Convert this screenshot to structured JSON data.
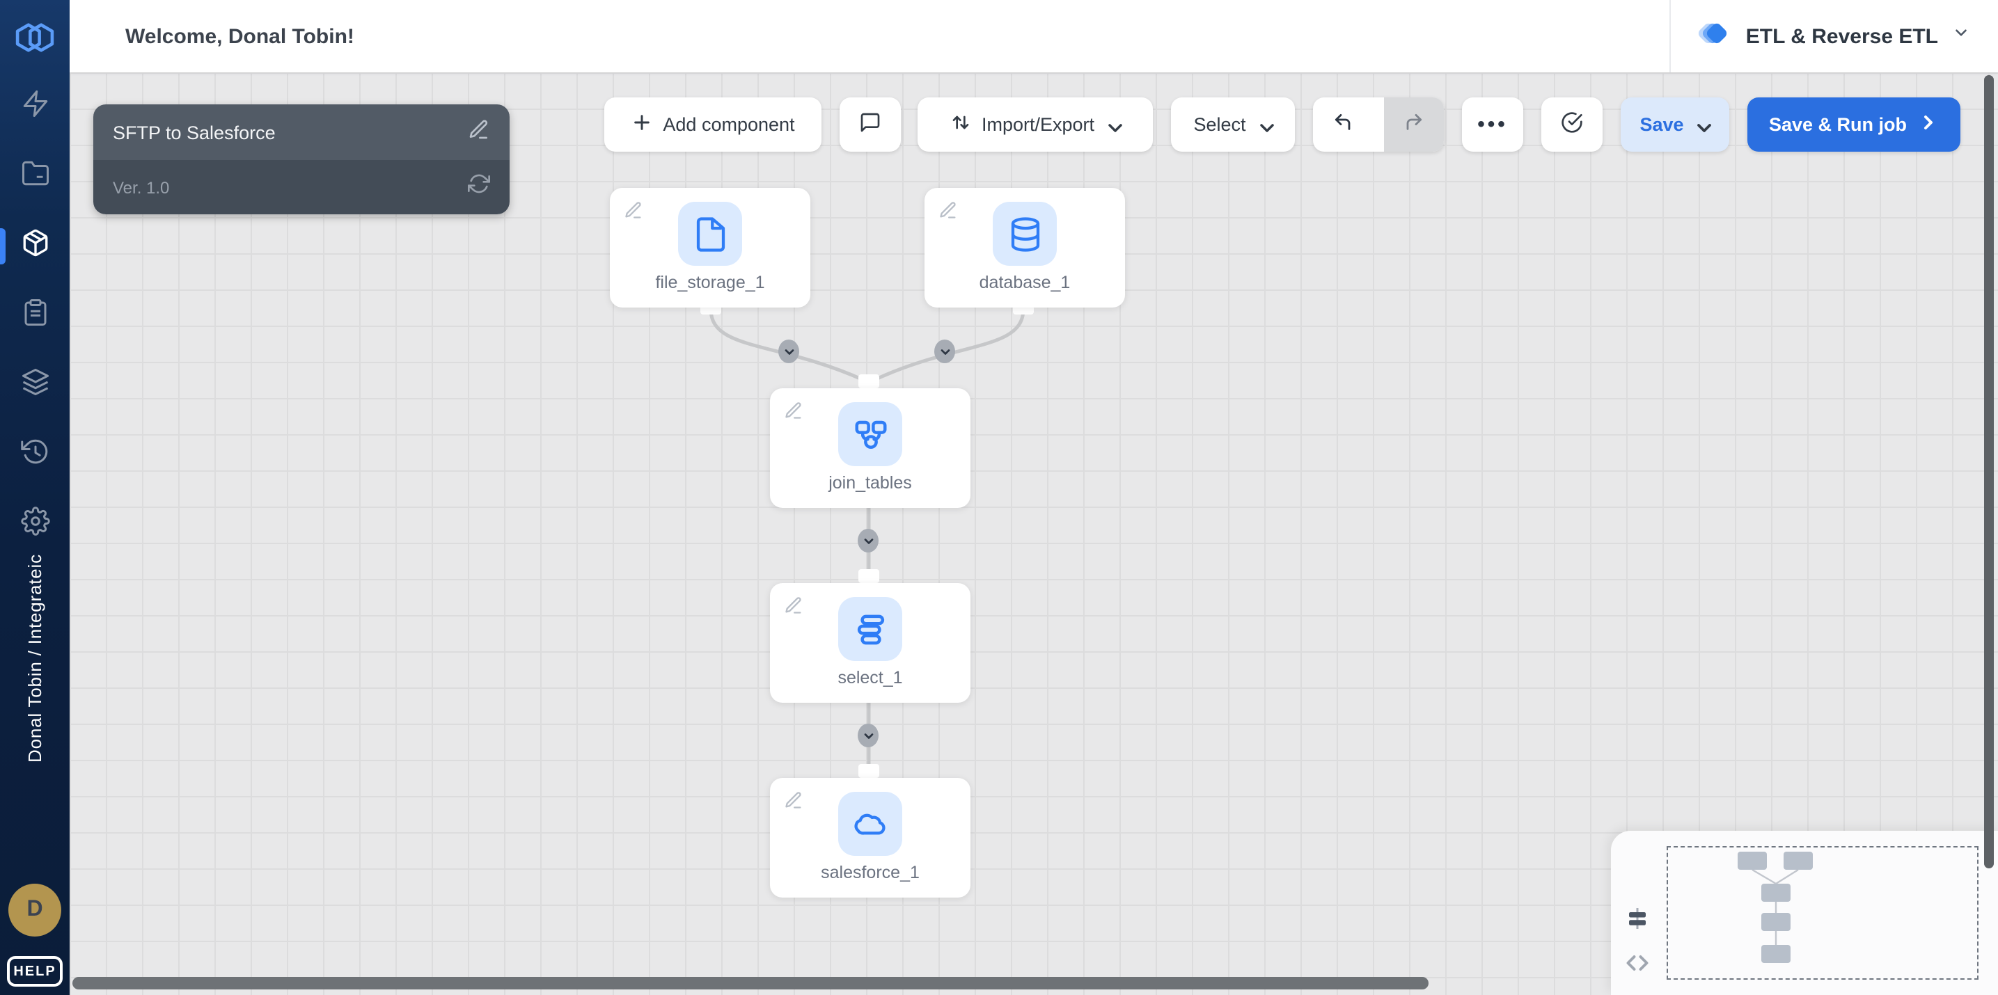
{
  "header": {
    "welcome": "Welcome, Donal Tobin!",
    "product": {
      "label": "ETL & Reverse ETL",
      "icon": "etl-stack-icon",
      "chevron": "chevron-down-icon"
    }
  },
  "sidebar": {
    "logo_icon": "integrate-logo-icon",
    "nav_items": [
      {
        "name": "activity",
        "icon": "zap-icon",
        "active": false
      },
      {
        "name": "projects",
        "icon": "folder-icon",
        "active": false
      },
      {
        "name": "packages",
        "icon": "package-icon",
        "active": true
      },
      {
        "name": "jobs",
        "icon": "clipboard-icon",
        "active": false
      },
      {
        "name": "clusters",
        "icon": "layers-icon",
        "active": false
      },
      {
        "name": "history",
        "icon": "history-clock-icon",
        "active": false
      },
      {
        "name": "settings",
        "icon": "gear-icon",
        "active": false
      }
    ],
    "user_label": "Donal Tobin / Integrateic",
    "avatar_initial": "D",
    "help_label": "HELP"
  },
  "pipeline_panel": {
    "title": "SFTP to Salesforce",
    "version": "Ver. 1.0",
    "edit_icon": "pencil-icon",
    "refresh_icon": "refresh-icon"
  },
  "toolbar": {
    "add_component": "Add component",
    "comment_icon": "comment-bubble-icon",
    "import_export": "Import/Export",
    "select": "Select",
    "undo_icon": "undo-arrow-icon",
    "redo_icon": "redo-arrow-icon",
    "more_label": "•••",
    "validate_icon": "check-circle-icon",
    "save": "Save",
    "save_run": "Save & Run job"
  },
  "canvas": {
    "nodes": [
      {
        "id": "file_storage_1",
        "label": "file_storage_1",
        "icon": "file-icon"
      },
      {
        "id": "database_1",
        "label": "database_1",
        "icon": "database-icon"
      },
      {
        "id": "join_tables",
        "label": "join_tables",
        "icon": "join-icon"
      },
      {
        "id": "select_1",
        "label": "select_1",
        "icon": "select-rows-icon"
      },
      {
        "id": "salesforce_1",
        "label": "salesforce_1",
        "icon": "salesforce-cloud-icon"
      }
    ],
    "edges": [
      {
        "from": "file_storage_1",
        "to": "join_tables"
      },
      {
        "from": "database_1",
        "to": "join_tables"
      },
      {
        "from": "join_tables",
        "to": "select_1"
      },
      {
        "from": "select_1",
        "to": "salesforce_1"
      }
    ]
  },
  "minimap": {
    "align_icon": "align-distribute-icon",
    "code_icon": "code-brackets-icon",
    "node_count": 5
  },
  "colors": {
    "accent_blue": "#2f80ed",
    "primary_button": "#2b6fe0",
    "save_button_bg": "#dce9fb",
    "sidebar_navy": "#0c2040",
    "canvas_bg": "#e8e8e9",
    "node_icon_bg": "#dbeafe",
    "node_icon_stroke": "#2f7df6",
    "avatar_gold": "#b3954f",
    "panel_dark": "#525b66",
    "panel_darker": "#434c57"
  }
}
